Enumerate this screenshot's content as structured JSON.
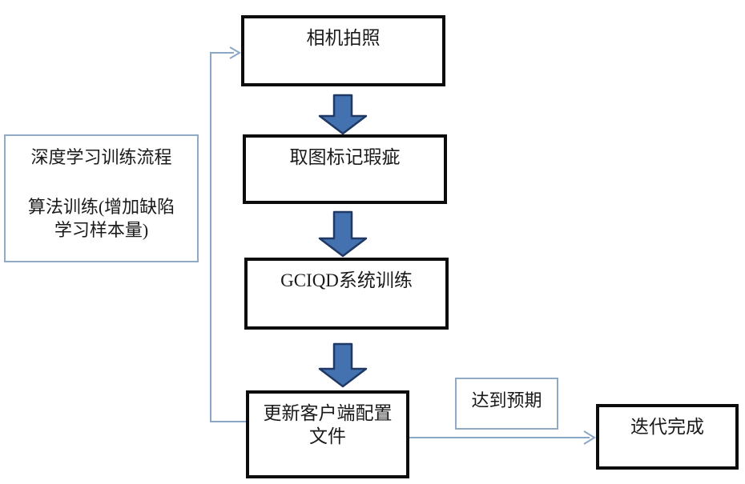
{
  "diagram": {
    "nodes": {
      "camera": {
        "label": "相机拍照"
      },
      "mark_defects": {
        "label": "取图标记瑕疵"
      },
      "system_training": {
        "label": "GCIQD系统训练"
      },
      "update_config": {
        "line1": "更新客户端配置",
        "line2": "文件"
      },
      "iteration_done": {
        "label": "迭代完成"
      }
    },
    "note": {
      "line1": "深度学习训练流程",
      "line2": "算法训练(增加缺陷",
      "line3": "学习样本量)"
    },
    "edge_label": "达到预期",
    "colors": {
      "process_box_border": "#0c0c0c",
      "note_box_border": "#8fa9c6",
      "block_arrow_fill": "#4472b0",
      "block_arrow_stroke": "#1f3864",
      "connector_line": "#8ba7c7",
      "background": "#ffffff",
      "text": "#1a1a1a"
    }
  }
}
